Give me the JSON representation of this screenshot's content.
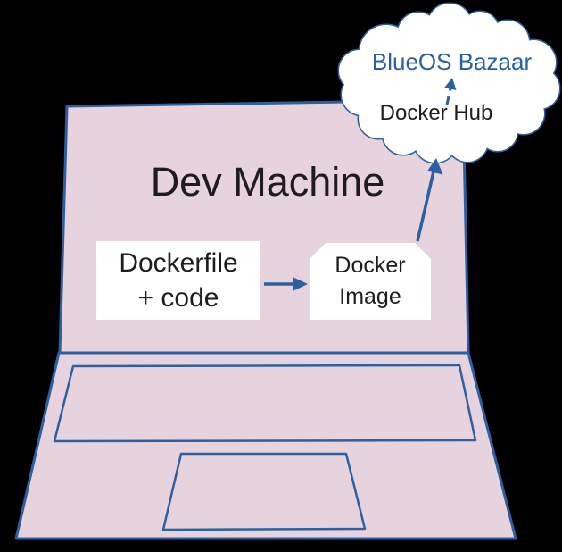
{
  "diagram": {
    "title": "Dev Machine",
    "nodes": {
      "dockerfile": {
        "line1": "Dockerfile",
        "line2": "+ code"
      },
      "docker_image": {
        "line1": "Docker",
        "line2": "Image"
      },
      "docker_hub": {
        "label": "Docker Hub"
      },
      "blueos_bazaar": {
        "label": "BlueOS Bazaar"
      }
    },
    "edges": [
      {
        "from": "dockerfile",
        "to": "docker_image",
        "style": "solid-arrow"
      },
      {
        "from": "docker_image",
        "to": "docker_hub",
        "style": "solid-arrow"
      },
      {
        "from": "docker_hub",
        "to": "blueos_bazaar",
        "style": "dashed-arrow"
      }
    ],
    "colors": {
      "background": "#000000",
      "laptop_fill": "#e6d3de",
      "outline_blue": "#2e5f9f",
      "arrow_blue": "#2d609f",
      "cloud_fill": "#ffffff",
      "text_black": "#1d1d1d",
      "text_blue": "#2a5fa5"
    }
  }
}
